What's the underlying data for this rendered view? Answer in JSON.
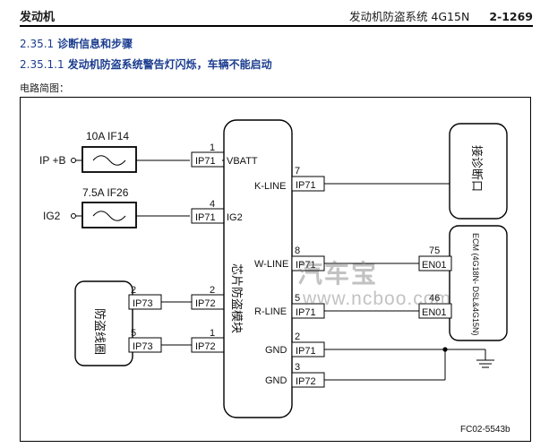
{
  "header": {
    "left": "发动机",
    "right": "发动机防盗系统 4G15N",
    "page": "2-1269"
  },
  "section1": {
    "number": "2.35.1",
    "title": "诊断信息和步骤"
  },
  "section2": {
    "number": "2.35.1.1",
    "title": "发动机防盗系统警告灯闪烁，车辆不能启动"
  },
  "circuit_caption": "电路简图：",
  "diagram": {
    "fuses": [
      {
        "label": "10A IF14",
        "input": "IP +B"
      },
      {
        "label": "7.5A IF26",
        "input": "IG2"
      }
    ],
    "module_label": "芯片防盗模块",
    "coil_label": "防盗线圈",
    "diag_port_label": "接诊断口",
    "ecm_label": "ECM (4G18N- DSL&4G15N)",
    "left_pins": [
      {
        "pin": "1",
        "connector": "IP71",
        "name": "VBATT"
      },
      {
        "pin": "4",
        "connector": "IP71",
        "name": "IG2"
      },
      {
        "pin": "2",
        "connector": "IP72",
        "name": ""
      },
      {
        "pin": "1",
        "connector": "IP72",
        "name": ""
      }
    ],
    "right_pins": [
      {
        "pin": "7",
        "connector": "IP71",
        "name": "K-LINE"
      },
      {
        "pin": "8",
        "connector": "IP71",
        "name": "W-LINE"
      },
      {
        "pin": "5",
        "connector": "IP71",
        "name": "R-LINE"
      },
      {
        "pin": "2",
        "connector": "IP71",
        "name": "GND"
      },
      {
        "pin": "3",
        "connector": "IP72",
        "name": "GND"
      }
    ],
    "coil_pins": [
      {
        "pin": "2",
        "connector": "IP73"
      },
      {
        "pin": "5",
        "connector": "IP73"
      }
    ],
    "ecm_pins": [
      {
        "pin": "75",
        "connector": "EN01"
      },
      {
        "pin": "46",
        "connector": "EN01"
      }
    ],
    "figure_code": "FC02-5543b"
  },
  "watermark": {
    "brand": "汽车宝",
    "url": "www.ncboo.com"
  }
}
